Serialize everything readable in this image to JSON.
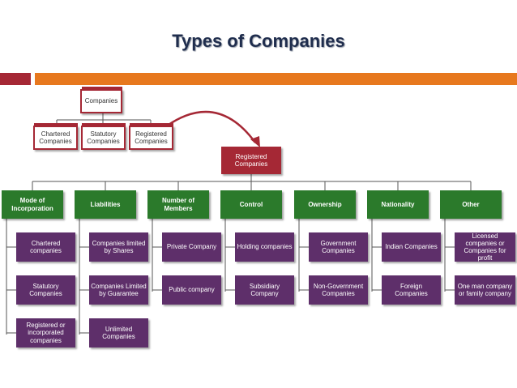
{
  "title": "Types of Companies",
  "colors": {
    "title": "#1f2d4d",
    "red": "#a52835",
    "orange": "#e7781e",
    "green": "#2b7a2b",
    "purple": "#5e2f6a"
  },
  "root": "Companies",
  "first_level": [
    "Chartered Companies",
    "Statutory Companies",
    "Registered Companies"
  ],
  "registered": "Registered Companies",
  "categories": [
    {
      "label": "Mode of Incorporation",
      "items": [
        "Chartered companies",
        "Statutory Companies",
        "Registered or incorporated companies"
      ]
    },
    {
      "label": "Liabilities",
      "items": [
        "Companies limited by Shares",
        "Companies Limited by Guarantee",
        "Unlimited Companies"
      ]
    },
    {
      "label": "Number of Members",
      "items": [
        "Private Company",
        "Public company"
      ]
    },
    {
      "label": "Control",
      "items": [
        "Holding companies",
        "Subsidiary Company"
      ]
    },
    {
      "label": "Ownership",
      "items": [
        "Government Companies",
        "Non-Government Companies"
      ]
    },
    {
      "label": "Nationality",
      "items": [
        "Indian Companies",
        "Foreign Companies"
      ]
    },
    {
      "label": "Other",
      "items": [
        "Licensed companies or Companies for profit",
        "One man company or family company"
      ]
    }
  ]
}
